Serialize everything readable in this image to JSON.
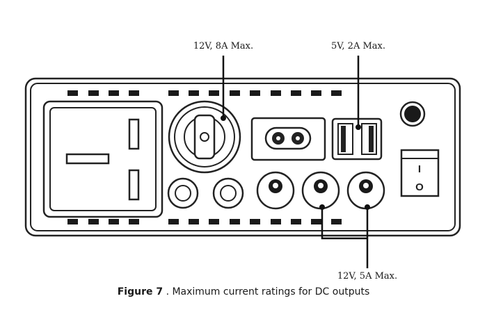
{
  "callouts": {
    "top_left": "12V, 8A Max.",
    "top_right": "5V, 2A Max.",
    "bottom": "12V, 5A Max."
  },
  "switch": {
    "on_mark": "I",
    "off_mark": "O"
  },
  "caption": {
    "figure_label": "Figure 7",
    "text": ". Maximum current ratings for DC outputs"
  }
}
